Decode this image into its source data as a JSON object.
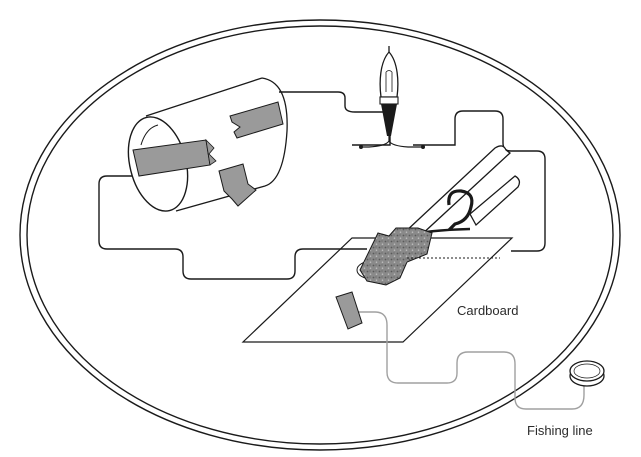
{
  "labels": {
    "cardboard": "Cardboard",
    "fishing_line": "Fishing line"
  },
  "parts": [
    {
      "name": "outer-loop-ring",
      "icon": "ellipse-ring"
    },
    {
      "name": "battery",
      "icon": "battery-cylinder-icon"
    },
    {
      "name": "light-bulb",
      "icon": "bulb-icon"
    },
    {
      "name": "clothespin",
      "icon": "clothespin-icon"
    },
    {
      "name": "foil-contact",
      "icon": "foil-icon"
    },
    {
      "name": "tape",
      "icon": "tape-icon"
    },
    {
      "name": "weight-coin",
      "icon": "coin-icon"
    }
  ],
  "colors": {
    "ink": "#1a1a1a",
    "tape": "#9a9a9a",
    "foil": "#8c8c8c",
    "fishing_line": "#9e9e9e"
  }
}
